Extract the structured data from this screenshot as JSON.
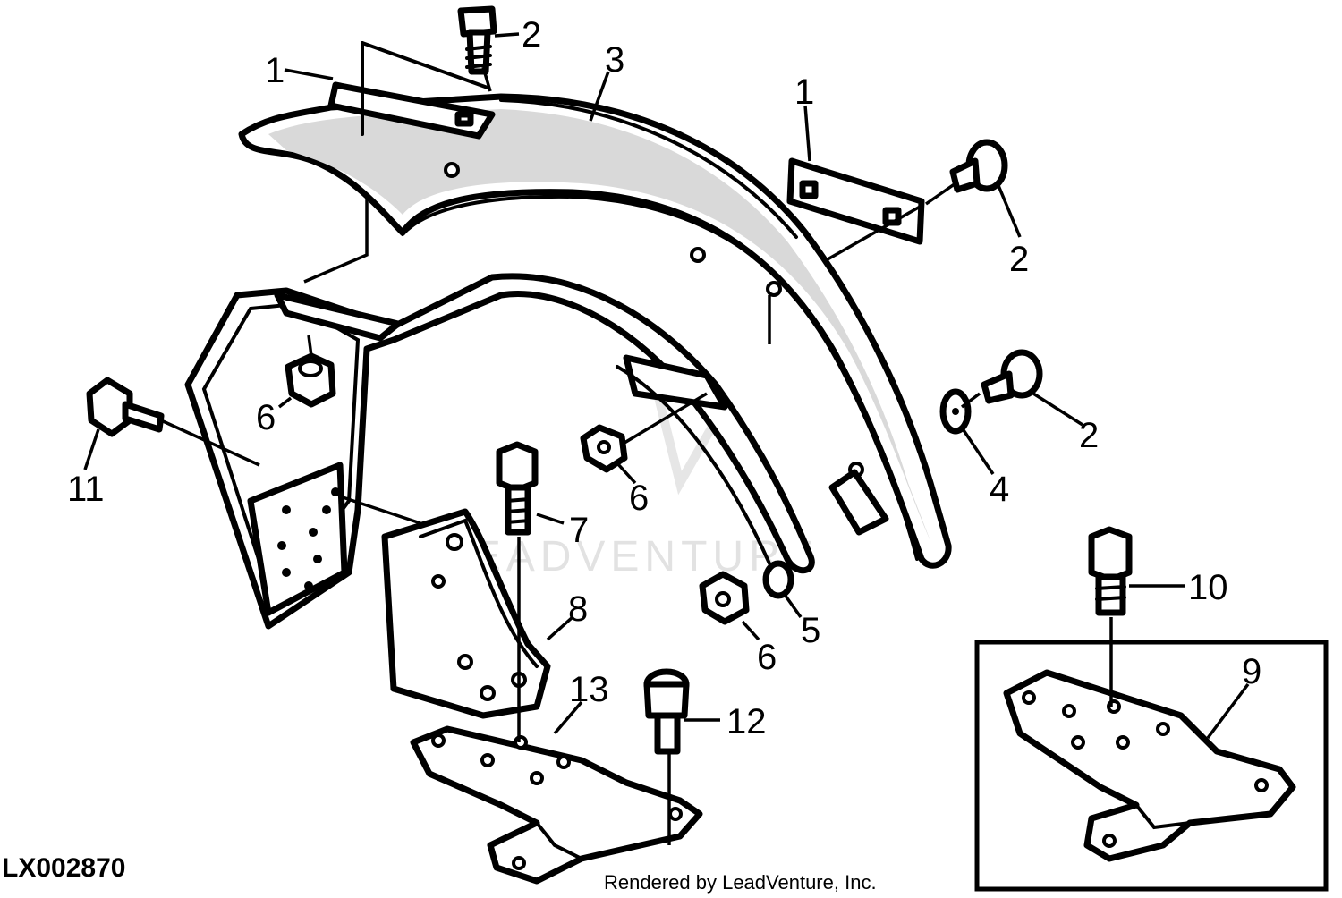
{
  "diagram": {
    "figure_code": "LX002870",
    "credit": "Rendered by LeadVenture, Inc.",
    "watermark": "LEADVENTURE",
    "callouts": [
      {
        "id": "c1a",
        "text": "1"
      },
      {
        "id": "c2a",
        "text": "2"
      },
      {
        "id": "c3",
        "text": "3"
      },
      {
        "id": "c1b",
        "text": "1"
      },
      {
        "id": "c2b",
        "text": "2"
      },
      {
        "id": "c2c",
        "text": "2"
      },
      {
        "id": "c4",
        "text": "4"
      },
      {
        "id": "c6a",
        "text": "6"
      },
      {
        "id": "c11",
        "text": "11"
      },
      {
        "id": "c6b",
        "text": "6"
      },
      {
        "id": "c7",
        "text": "7"
      },
      {
        "id": "c8",
        "text": "8"
      },
      {
        "id": "c5",
        "text": "5"
      },
      {
        "id": "c6c",
        "text": "6"
      },
      {
        "id": "c13",
        "text": "13"
      },
      {
        "id": "c12",
        "text": "12"
      },
      {
        "id": "c10",
        "text": "10"
      },
      {
        "id": "c9",
        "text": "9"
      }
    ]
  }
}
